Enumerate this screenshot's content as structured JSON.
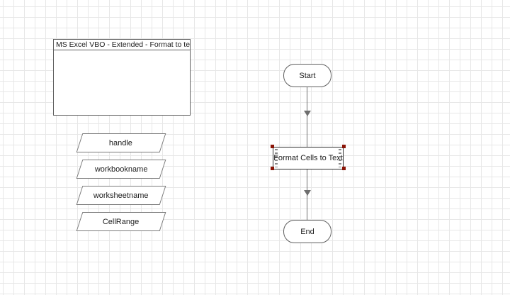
{
  "canvas": {
    "background": "#ffffff",
    "grid_color": "#e7e7e7"
  },
  "info_box": {
    "title": "MS Excel VBO - Extended - Format to te"
  },
  "data_items": [
    "handle",
    "workbookname",
    "worksheetname",
    "CellRange"
  ],
  "flow": {
    "start_label": "Start",
    "process_label": "Format Cells to Text",
    "end_label": "End"
  },
  "selection": {
    "handle_color": "#8b1507",
    "edge_dot_color": "#8a8a8a"
  },
  "colors": {
    "shape_border": "#5f5f5f",
    "connector": "#6e6e6e",
    "text": "#1c1c1c"
  }
}
